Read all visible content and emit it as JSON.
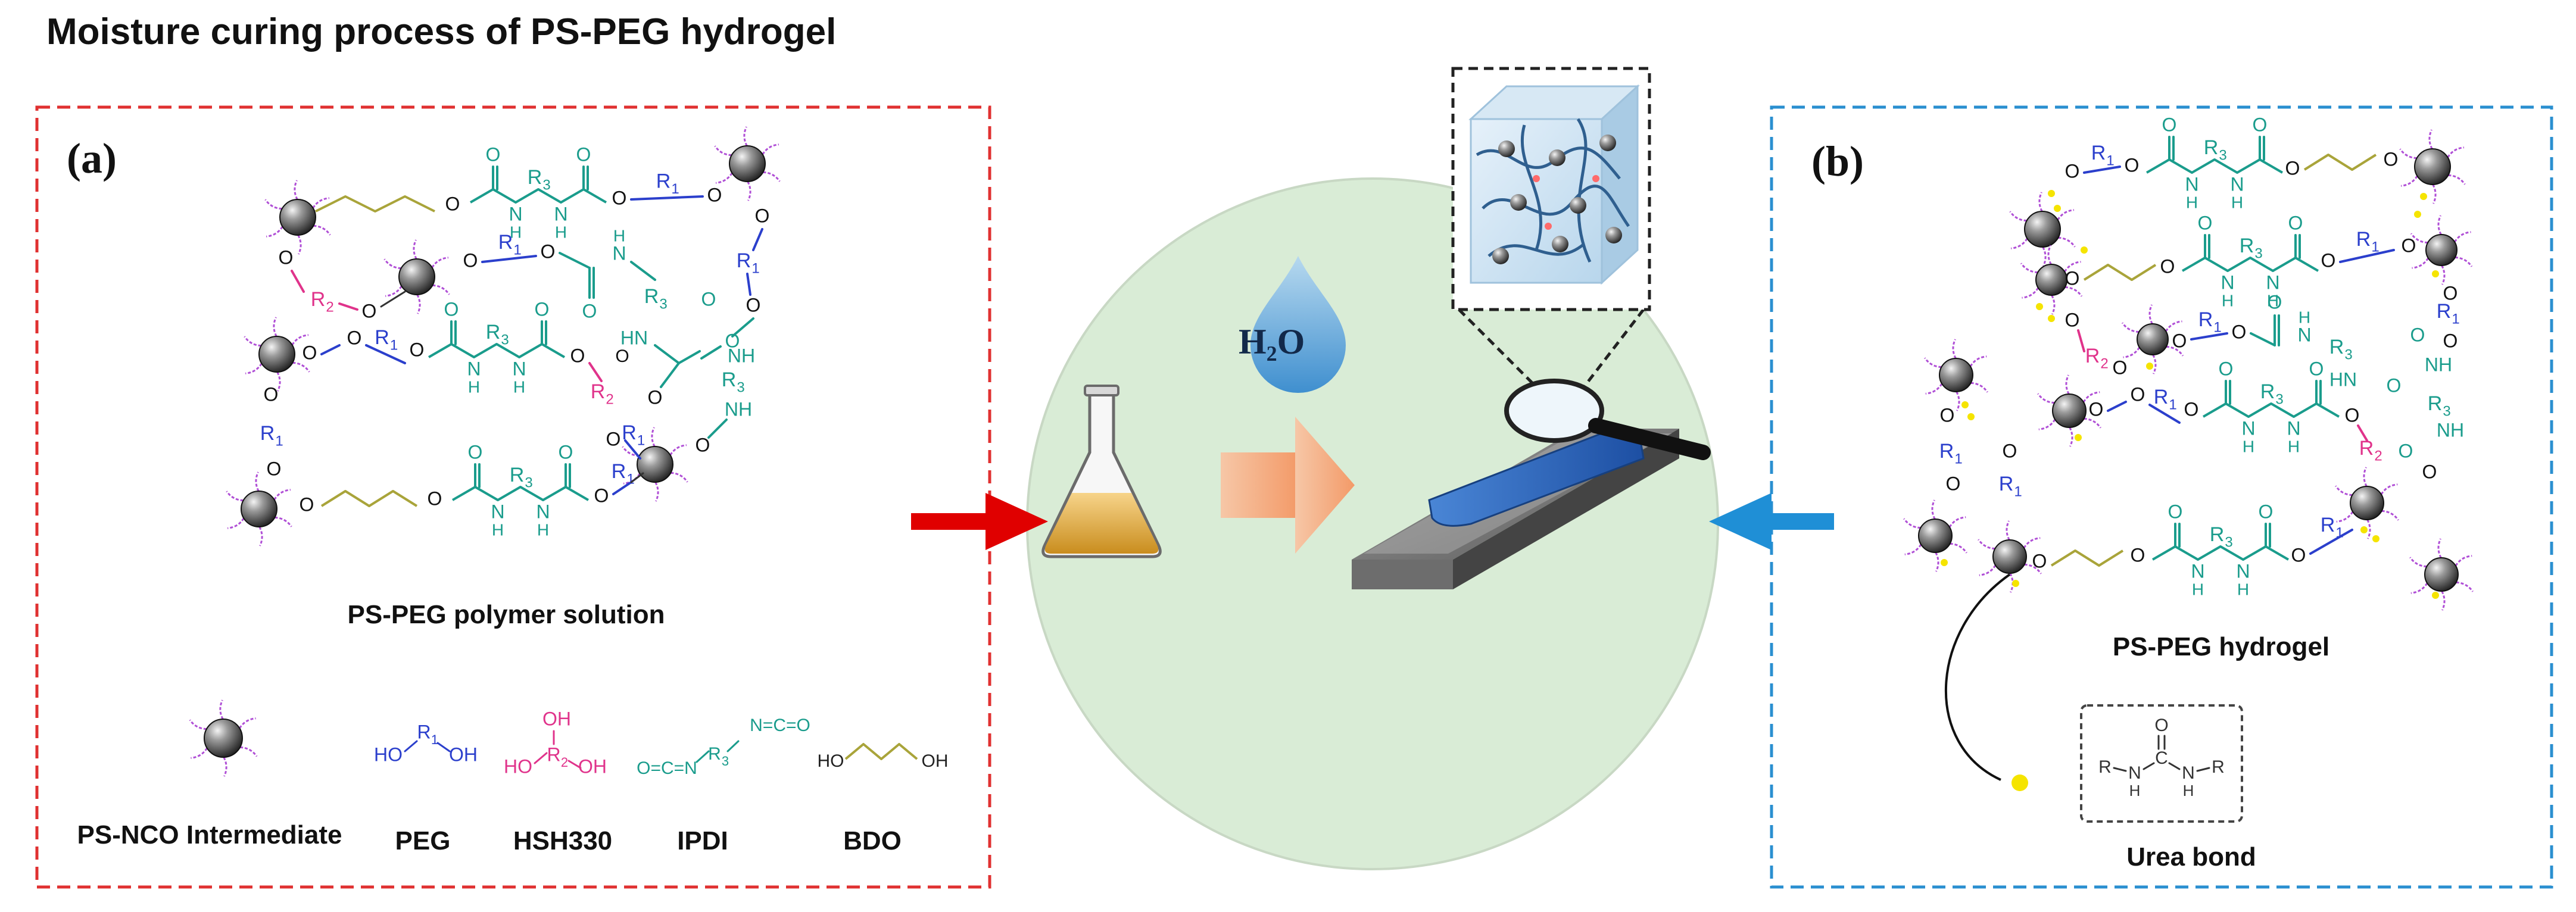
{
  "title": "Moisture curing process of PS-PEG hydrogel",
  "panel_a": {
    "label": "(a)",
    "caption": "PS-PEG polymer solution",
    "legend": [
      {
        "label": "PS-NCO Intermediate"
      },
      {
        "label": "PEG",
        "formula_parts": [
          "HO",
          "R",
          "1",
          "OH"
        ]
      },
      {
        "label": "HSH330",
        "formula_parts": [
          "HO",
          "R",
          "2",
          "OH",
          "OH"
        ]
      },
      {
        "label": "IPDI",
        "formula_parts": [
          "O=C=N",
          "R",
          "3",
          "N=C=O"
        ]
      },
      {
        "label": "BDO",
        "formula_parts": [
          "HO",
          "OH"
        ]
      }
    ]
  },
  "panel_b": {
    "label": "(b)",
    "caption": "PS-PEG hydrogel",
    "urea": {
      "label": "Urea bond",
      "atoms": [
        "R",
        "N",
        "H",
        "C",
        "O",
        "N",
        "H",
        "R"
      ]
    }
  },
  "center": {
    "water_label": "H₂O"
  },
  "chem_text": {
    "O": "O",
    "N": "N",
    "H": "H",
    "NH": "NH",
    "HN": "HN",
    "R": "R",
    "s1": "1",
    "s2": "2",
    "s3": "3"
  },
  "colors": {
    "panel_a_border": "#e03131",
    "panel_b_border": "#2a8fd0",
    "circle_fill": "#d9ecd6",
    "urethane": "#1a9c8c",
    "peg": "#2b3fcc",
    "hsh330": "#e0338b",
    "bdo": "#a9a43a",
    "arms": "#b04fd6",
    "urea_dots": "#f5e400",
    "arrow_red": "#e00000",
    "arrow_blue": "#1f8fd6"
  }
}
